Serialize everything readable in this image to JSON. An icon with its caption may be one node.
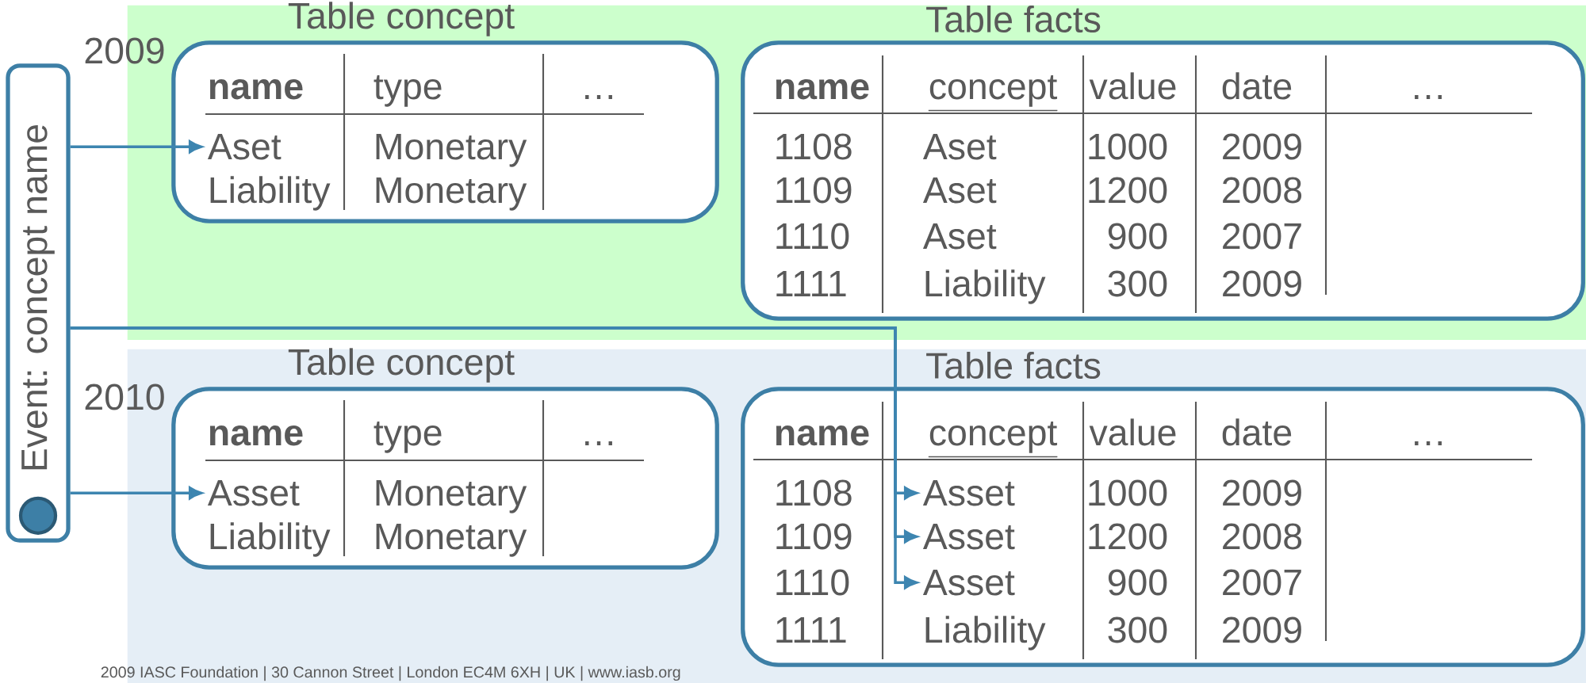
{
  "diagram": {
    "nodes": [
      {
        "text": [
          "Event: concept name"
        ]
      },
      {
        "text": [],
        "shape": "circle",
        "in": 0
      },
      {
        "text": [
          "2009"
        ]
      },
      {
        "text": [
          "Table concept",
          "name",
          "type",
          "…",
          "Monetary",
          "Liability",
          "Monetary"
        ],
        "in": 2
      },
      {
        "text": [
          "Aset"
        ],
        "in": 3
      },
      {
        "text": [
          "Table facts",
          "name",
          "concept",
          "value",
          "date",
          "…",
          "1108",
          "Aset",
          "1000",
          "2009",
          "1109",
          "Aset",
          "1200",
          "2008",
          "1110",
          "Aset",
          "900",
          "2007",
          "1111",
          "Liability",
          "300",
          "2009"
        ],
        "in": 2
      },
      {
        "text": [
          "2010"
        ]
      },
      {
        "text": [
          "Table concept",
          "name",
          "type",
          "…",
          "Monetary",
          "Liability",
          "Monetary"
        ],
        "in": 6
      },
      {
        "text": [
          "Asset"
        ],
        "in": 7
      },
      {
        "text": [
          "Table facts",
          "name",
          "concept",
          "value",
          "date",
          "…",
          "1108",
          "1000",
          "2009",
          "1109",
          "1200",
          "2008",
          "1110",
          "900",
          "2007",
          "1111",
          "Liability",
          "300",
          "2009"
        ],
        "in": 6
      },
      {
        "text": [
          "Asset"
        ],
        "in": 9
      },
      {
        "text": [
          "Asset"
        ],
        "in": 9
      },
      {
        "text": [
          "Asset"
        ],
        "in": 9
      }
    ],
    "edges": [
      {
        "from": 0,
        "to": 4,
        "arrow": "to"
      },
      {
        "from": 0,
        "to": 8,
        "arrow": "to"
      },
      {
        "from": 0,
        "to": 10,
        "arrow": "to"
      },
      {
        "from": 0,
        "to": 11,
        "arrow": "to"
      },
      {
        "from": 0,
        "to": 12,
        "arrow": "to"
      }
    ],
    "labels": [
      "2009 IASC Foundation |  30 Cannon Street |  London EC4M 6XH |  UK |  www.iasb.org"
    ]
  }
}
